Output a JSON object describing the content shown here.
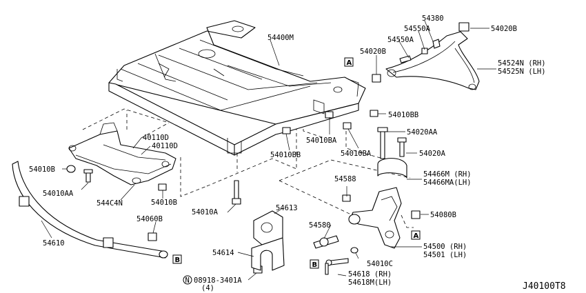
{
  "drawing": {
    "code": "J40100T8",
    "callouts": {
      "c54400M": "54400M",
      "c54380": "54380",
      "c54550A_1": "54550A",
      "c54550A_2": "54550A",
      "c54020B_1": "54020B",
      "c54020B_2": "54020B",
      "c54524N": "54524N (RH)",
      "c54525N": "54525N (LH)",
      "c54010BB_1": "54010BB",
      "c54010BB_2": "54010BB",
      "c54020AA": "54020AA",
      "c54020A": "54020A",
      "c54466M": "54466M  (RH)",
      "c54466MA": "54466MA(LH)",
      "c54588": "54588",
      "c54080B": "54080B",
      "c54010BA_1": "54010BA",
      "c54010BA_2": "54010BA",
      "c40110D_1": "40110D",
      "c40110D_2": "40110D",
      "c54010B_1": "54010B",
      "c54010B_2": "54010B",
      "c54010AA": "54010AA",
      "c544C4N": "544C4N",
      "c54010A": "54010A",
      "c54613": "54613",
      "c54580": "54580",
      "c54500": "54500 (RH)",
      "c54501": "54501 (LH)",
      "c54060B": "54060B",
      "c54610": "54610",
      "c54614": "54614",
      "c54010C": "54010C",
      "c08918": "08918-3401A",
      "c08918q": "(4)",
      "c54618": "54618 (RH)",
      "c54618M": "54618M(LH)"
    },
    "markers": {
      "a1": "A",
      "a2": "A",
      "b1": "B",
      "b2": "B",
      "n": "N"
    }
  }
}
